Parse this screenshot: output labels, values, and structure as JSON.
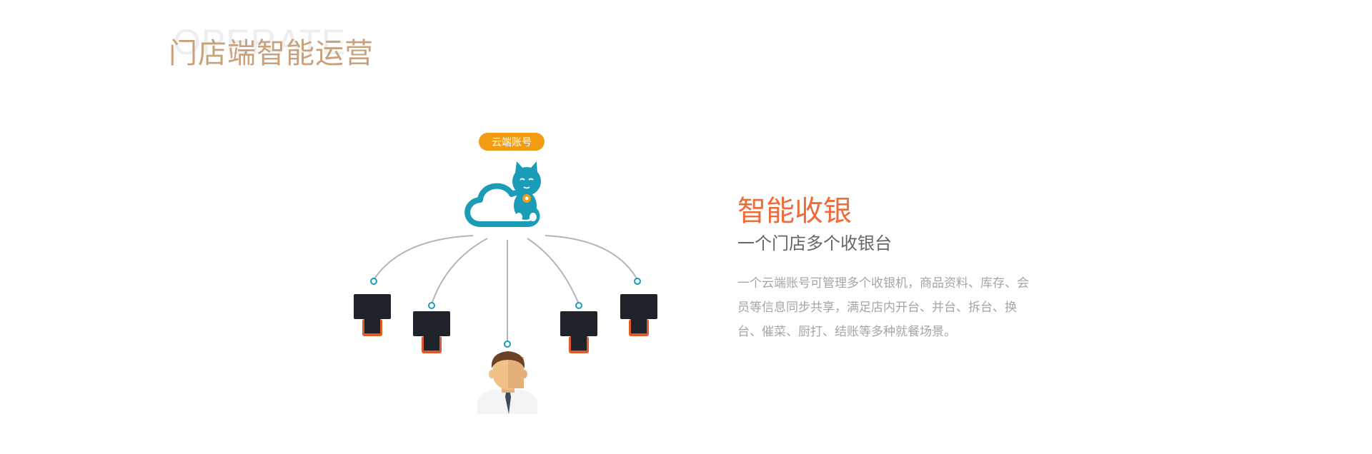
{
  "header": {
    "watermark": "OPERATE",
    "title": "门店端智能运营"
  },
  "diagram": {
    "cloud_badge": "云端账号",
    "cloud_icon": "cloud-cat-icon",
    "terminal_icon": "pos-terminal-icon",
    "user_icon": "manager-avatar-icon",
    "colors": {
      "cloud": "#1a9cb8",
      "badge": "#f39c12",
      "line": "#b5b5b5",
      "terminal": "#1f2329",
      "terminal_base": "#e0592a"
    }
  },
  "feature": {
    "title": "智能收银",
    "subtitle": "一个门店多个收银台",
    "description": "一个云端账号可管理多个收银机，商品资料、库存、会员等信息同步共享，满足店内开台、并台、拆台、换台、催菜、厨打、结账等多种就餐场景。"
  },
  "colors": {
    "title": "#c8a27c",
    "feature_title": "#ef6b3a",
    "subtitle": "#666666",
    "description": "#a5a5a5"
  }
}
